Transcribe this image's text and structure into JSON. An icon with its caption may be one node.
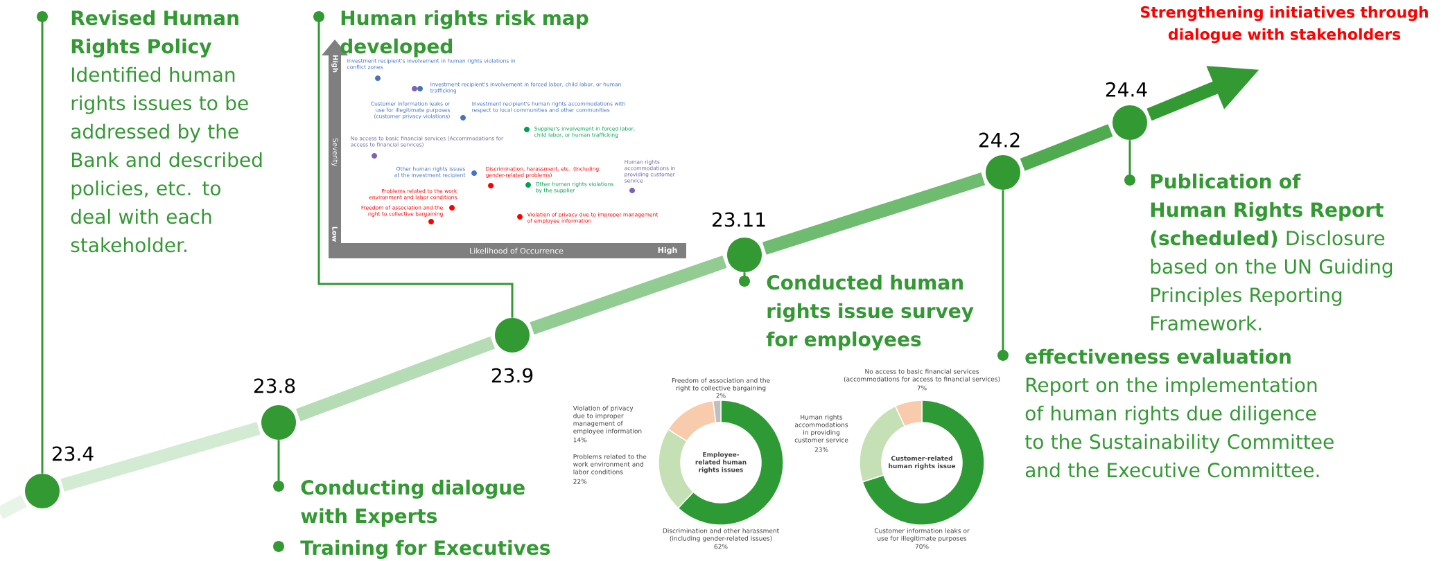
{
  "diagram": {
    "nodes": [
      {
        "text": [],
        "shape": "circle",
        "beside": [
          "23.4"
        ]
      },
      {
        "text": [],
        "shape": "circle",
        "beside": [
          "23.8"
        ]
      },
      {
        "text": [],
        "shape": "circle",
        "beside": [
          "23.9"
        ]
      },
      {
        "text": [],
        "shape": "circle",
        "beside": [
          "23.11"
        ]
      },
      {
        "text": [],
        "shape": "circle",
        "beside": [
          "24.2"
        ]
      },
      {
        "text": [],
        "shape": "circle",
        "beside": [
          "24.4"
        ]
      },
      {
        "text": [
          "Revised Human Rights Policy",
          "Identified human rights issues to be addressed by the Bank and described policies, etc. to deal with each stakeholder."
        ]
      },
      {
        "text": [
          "Conducting dialogue with Experts"
        ]
      },
      {
        "text": [
          "Training for Executives"
        ]
      },
      {
        "text": [
          "Human rights risk map developed"
        ]
      },
      {
        "text": [
          "Conducted human rights issue survey for employees"
        ]
      },
      {
        "text": [
          "effectiveness evaluation",
          "Report on the implementation of human rights due diligence to the Sustainability Committee and the Executive Committee."
        ]
      },
      {
        "text": [
          "Publication of Human Rights Report (scheduled)",
          "Disclosure based on the UN Guiding Principles Reporting Framework."
        ]
      }
    ],
    "edges": [
      {
        "from": null,
        "to": 0,
        "arrow": "none",
        "color": "#e8f4e8"
      },
      {
        "from": 0,
        "to": 1,
        "arrow": "none",
        "color": "#d3ead3"
      },
      {
        "from": 1,
        "to": 2,
        "arrow": "none",
        "color": "#b6dcb6"
      },
      {
        "from": 2,
        "to": 3,
        "arrow": "none",
        "color": "#93cc93"
      },
      {
        "from": 3,
        "to": 4,
        "arrow": "none",
        "color": "#6fbb6f"
      },
      {
        "from": 4,
        "to": 5,
        "arrow": "none",
        "color": "#50aa50"
      },
      {
        "from": 5,
        "to": null,
        "arrow": "to",
        "color": "#339933"
      },
      {
        "from": 0,
        "to": 6,
        "arrow": "none"
      },
      {
        "from": 1,
        "to": 7,
        "arrow": "none"
      },
      {
        "from": 2,
        "to": 9,
        "arrow": "none"
      },
      {
        "from": 3,
        "to": 10,
        "arrow": "none"
      },
      {
        "from": 4,
        "to": 11,
        "arrow": "none"
      },
      {
        "from": 5,
        "to": 12,
        "arrow": "none"
      }
    ],
    "labels": [
      "Strengthening initiatives through dialogue with stakeholders",
      "High",
      "Severity",
      "Low",
      "Likelihood of Occurrence",
      "High",
      "Investment recipient's involvement in human rights violations in conflict zones",
      "Investment recipient's involvement in forced labor, child labor, or human trafficking",
      "Customer information leaks or use for illegitimate purposes (customer privacy violations)",
      "Investment recipient's human rights accommodations with respect to local communities and other communities",
      "Supplier's involvement in forced labor, child labor, or human trafficking",
      "No access to basic financial services (Accommodations for access to financial services)",
      "Human rights accommodations in providing customer service",
      "Other human rights issues at the investment recipient",
      "Discrimination, harassment, etc. (Including gender-related problems)",
      "Other human rights violations by the supplier",
      "Problems related to the work environment and labor conditions",
      "Freedom of association and the right to collective bargaining",
      "Violation of privacy due to improper management of employee information",
      "Freedom of association and the right to collective bargaining",
      "2%",
      "Violation of privacy due to improper management of employee information",
      "14%",
      "Employee-related human rights issues",
      "Problems related to the work environment and labor conditions",
      "22%",
      "Discrimination and other harassment (including gender-related issues)",
      "62%",
      "No access to basic financial services (accommodations for access to financial services)",
      "7%",
      "Human rights accommodations in providing customer service",
      "23%",
      "Customer-related human rights issue",
      "Customer information leaks or use for illegitimate purposes",
      "70%"
    ]
  }
}
